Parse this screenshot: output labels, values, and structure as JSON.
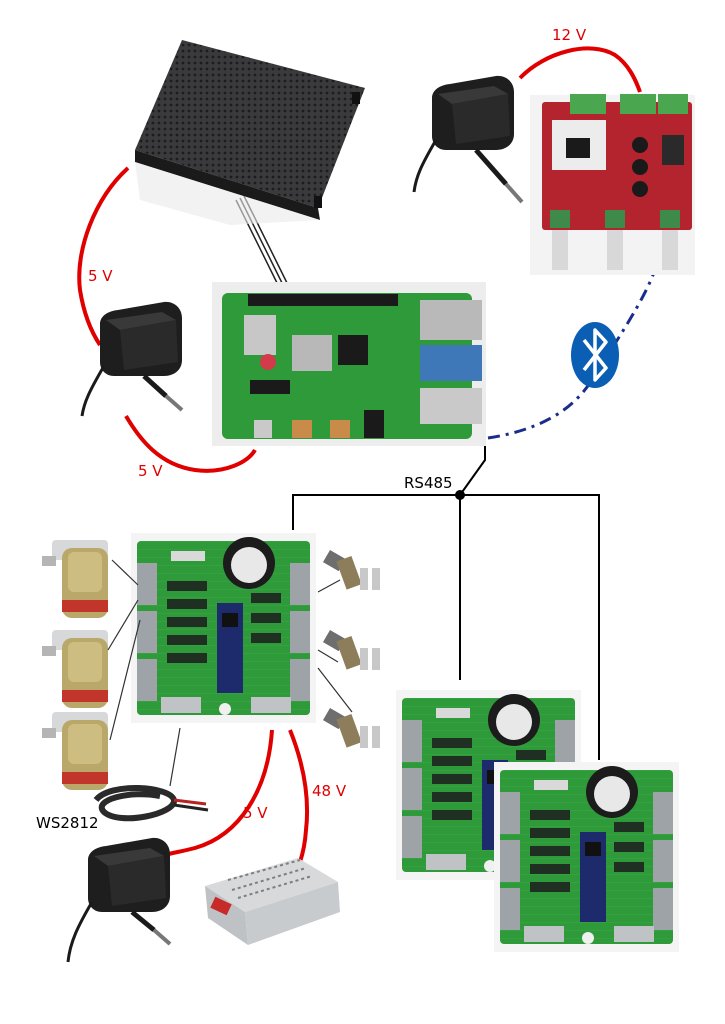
{
  "labels": {
    "v12": "12 V",
    "v5_panel": "5 V",
    "v5_pi": "5 V",
    "rs485": "RS485",
    "ws2812": "WS2812",
    "v5_driver": "5 V",
    "v48": "48 V"
  },
  "colors": {
    "power_wire": "#e00000",
    "bus_line": "#000000",
    "bluetooth_link": "#1a2c8c",
    "bluetooth_badge": "#0a5fb4",
    "pcb_green": "#2f9a3a",
    "amp_pcb_red": "#b4242e"
  },
  "icons": {
    "bluetooth": "bluetooth-icon",
    "adapter": "power-adapter-icon"
  }
}
